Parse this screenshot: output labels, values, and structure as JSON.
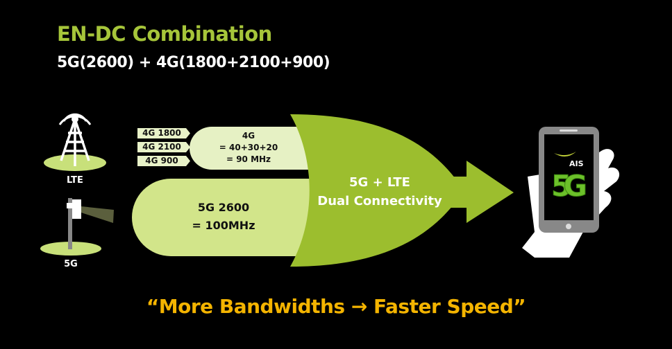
{
  "title": "EN-DC Combination",
  "subtitle": "5G(2600) + 4G(1800+2100+900)",
  "stations": {
    "lte": "LTE",
    "nr": "5G"
  },
  "bands": [
    "4G 1800",
    "4G 2100",
    "4G 900"
  ],
  "lte_box": {
    "line1": "4G",
    "line2": "= 40+30+20",
    "line3": "= 90 MHz"
  },
  "nr_box": {
    "line1": "5G 2600",
    "line2": "= 100MHz"
  },
  "combiner": {
    "line1": "5G + LTE",
    "line2": "Dual Connectivity"
  },
  "phone": {
    "brand": "AIS",
    "logo": "5G"
  },
  "quote": "“More Bandwidths → Faster Speed”",
  "colors": {
    "title": "#a6c53a",
    "quote": "#f4b400",
    "combiner": "#9cbe2e",
    "lte_box": "#e6f1c4",
    "nr_box": "#d2e58a"
  }
}
